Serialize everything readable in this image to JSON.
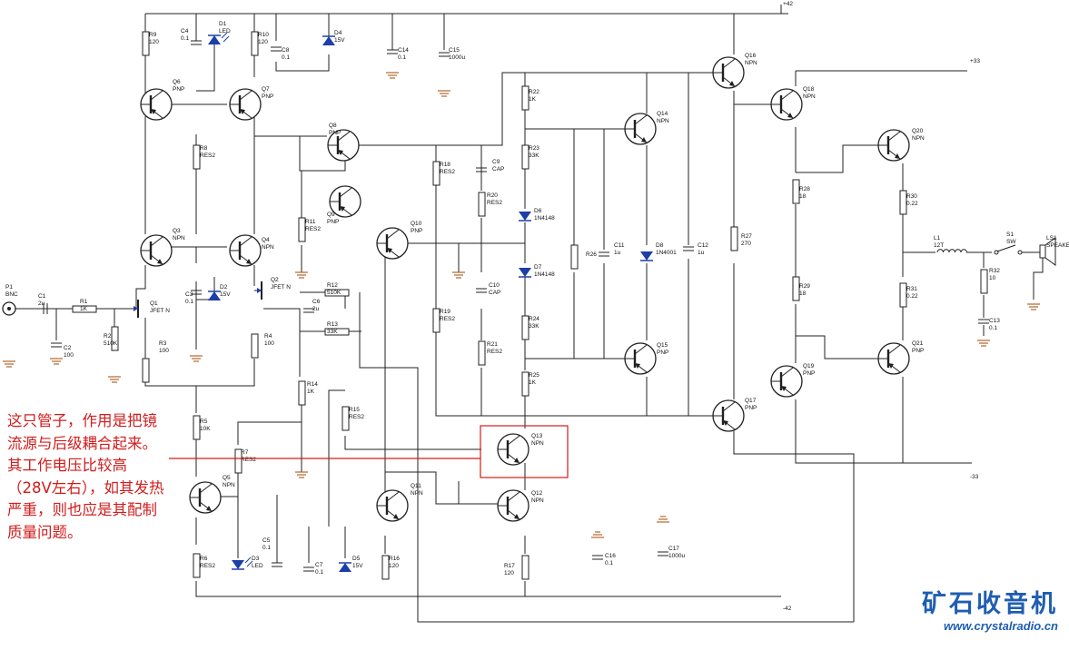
{
  "rails": {
    "pos_top": "+42",
    "pos_mid": "+33",
    "neg_bot": "-42",
    "neg_mid": "-33"
  },
  "components": [
    {
      "ref": "Q1",
      "val": "JFET N"
    },
    {
      "ref": "Q2",
      "val": "JFET N"
    },
    {
      "ref": "Q3",
      "val": "NPN"
    },
    {
      "ref": "Q4",
      "val": "NPN"
    },
    {
      "ref": "Q5",
      "val": "NPN"
    },
    {
      "ref": "Q6",
      "val": "PNP"
    },
    {
      "ref": "Q7",
      "val": "PNP"
    },
    {
      "ref": "Q8",
      "val": "PNP"
    },
    {
      "ref": "Q9",
      "val": "PNP"
    },
    {
      "ref": "Q10",
      "val": "PNP"
    },
    {
      "ref": "Q11",
      "val": "NPN"
    },
    {
      "ref": "Q12",
      "val": "NPN"
    },
    {
      "ref": "Q13",
      "val": "NPN"
    },
    {
      "ref": "Q14",
      "val": "NPN"
    },
    {
      "ref": "Q15",
      "val": "PNP"
    },
    {
      "ref": "Q16",
      "val": "NPN"
    },
    {
      "ref": "Q17",
      "val": "PNP"
    },
    {
      "ref": "Q18",
      "val": "NPN"
    },
    {
      "ref": "Q19",
      "val": "PNP"
    },
    {
      "ref": "Q20",
      "val": "NPN"
    },
    {
      "ref": "Q21",
      "val": "PNP"
    },
    {
      "ref": "R1",
      "val": "1K"
    },
    {
      "ref": "R2",
      "val": "510K"
    },
    {
      "ref": "R3",
      "val": "100"
    },
    {
      "ref": "R4",
      "val": "100"
    },
    {
      "ref": "R5",
      "val": "10K"
    },
    {
      "ref": "R6",
      "val": "RES2"
    },
    {
      "ref": "R7",
      "val": "RES2"
    },
    {
      "ref": "R8",
      "val": "RES2"
    },
    {
      "ref": "R9",
      "val": "120"
    },
    {
      "ref": "R10",
      "val": "120"
    },
    {
      "ref": "R11",
      "val": "RES2"
    },
    {
      "ref": "R12",
      "val": "510K"
    },
    {
      "ref": "R13",
      "val": "33K"
    },
    {
      "ref": "R14",
      "val": "1K"
    },
    {
      "ref": "R15",
      "val": "RES2"
    },
    {
      "ref": "R16",
      "val": "120"
    },
    {
      "ref": "R17",
      "val": "120"
    },
    {
      "ref": "R18",
      "val": "RES2"
    },
    {
      "ref": "R19",
      "val": "RES2"
    },
    {
      "ref": "R20",
      "val": "RES2"
    },
    {
      "ref": "R21",
      "val": "RES2"
    },
    {
      "ref": "R22",
      "val": "1K"
    },
    {
      "ref": "R23",
      "val": "33K"
    },
    {
      "ref": "R24",
      "val": "33K"
    },
    {
      "ref": "R25",
      "val": "1K"
    },
    {
      "ref": "R26",
      "val": ""
    },
    {
      "ref": "R27",
      "val": "270"
    },
    {
      "ref": "R28",
      "val": "18"
    },
    {
      "ref": "R29",
      "val": "18"
    },
    {
      "ref": "R30",
      "val": "0.22"
    },
    {
      "ref": "R31",
      "val": "0.22"
    },
    {
      "ref": "R32",
      "val": "10"
    },
    {
      "ref": "C1",
      "val": "2u"
    },
    {
      "ref": "C2",
      "val": "100"
    },
    {
      "ref": "C3",
      "val": "0.1"
    },
    {
      "ref": "C4",
      "val": "0.1"
    },
    {
      "ref": "C5",
      "val": "0.1"
    },
    {
      "ref": "C6",
      "val": "2u"
    },
    {
      "ref": "C7",
      "val": "0.1"
    },
    {
      "ref": "C8",
      "val": "0.1"
    },
    {
      "ref": "C9",
      "val": "CAP"
    },
    {
      "ref": "C10",
      "val": "CAP"
    },
    {
      "ref": "C11",
      "val": "1u"
    },
    {
      "ref": "C12",
      "val": "1u"
    },
    {
      "ref": "C13",
      "val": "0.1"
    },
    {
      "ref": "C14",
      "val": "0.1"
    },
    {
      "ref": "C15",
      "val": "1000u"
    },
    {
      "ref": "C16",
      "val": "0.1"
    },
    {
      "ref": "C17",
      "val": "1000u"
    },
    {
      "ref": "D1",
      "val": "LED"
    },
    {
      "ref": "D2",
      "val": "15V"
    },
    {
      "ref": "D3",
      "val": "LED"
    },
    {
      "ref": "D4",
      "val": "15V"
    },
    {
      "ref": "D5",
      "val": "15V"
    },
    {
      "ref": "D6",
      "val": "1N4148"
    },
    {
      "ref": "D7",
      "val": "1N4148"
    },
    {
      "ref": "D8",
      "val": "1N4001"
    },
    {
      "ref": "L1",
      "val": "12T"
    },
    {
      "ref": "S1",
      "val": "SW"
    },
    {
      "ref": "LS1",
      "val": "SPEAKER"
    },
    {
      "ref": "P1",
      "val": "BNC"
    }
  ],
  "annotation": "这只管子，作用是把镜流源与后级耦合起来。其工作电压比较高（28V左右），如其发热严重，则也应是其配制质量问题。",
  "logo": {
    "name": "矿石收音机",
    "url": "www.crystalradio.cn"
  },
  "colors": {
    "wire": "#202020",
    "ground": "#b5652a",
    "diode": "#1c3ea8",
    "note": "#d21c1c",
    "logo": "#1f5db2"
  }
}
